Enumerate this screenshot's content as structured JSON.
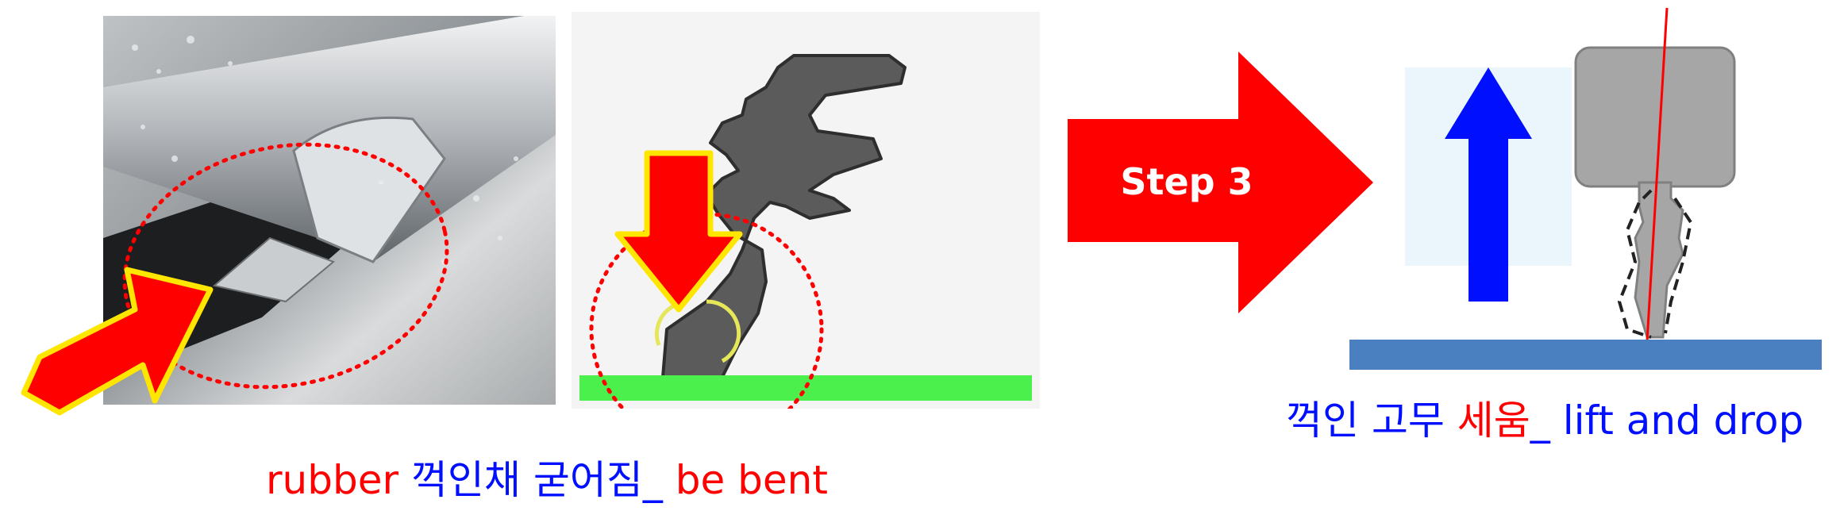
{
  "captions": {
    "bent": {
      "part1": "rubber ",
      "part2": "꺽인채 굳어짐_",
      "part3": " be bent"
    },
    "lift": {
      "part1": "꺽인 고무 ",
      "part2": "세움",
      "part3": "_ lift and drop"
    }
  },
  "arrow_label": "Step 3",
  "colors": {
    "red": "#ff0000",
    "blue": "#0010ff",
    "arrow_yellow_border": "#ffe600",
    "green_base": "#4cf04c",
    "blue_base": "#4a7fc0"
  },
  "icons": [
    "red-arrow-icon",
    "blue-up-arrow-icon"
  ]
}
